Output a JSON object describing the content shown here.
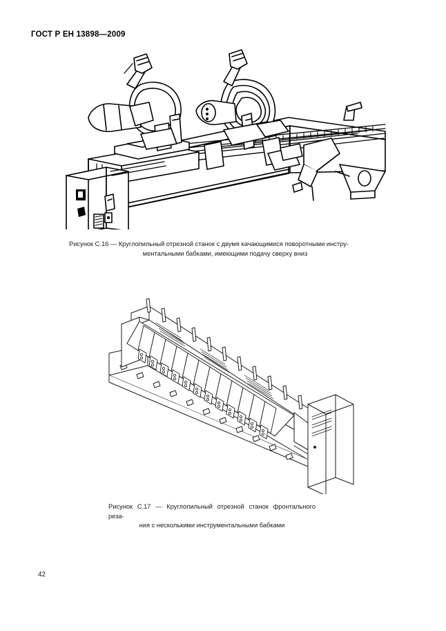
{
  "document": {
    "standard_header": "ГОСТ Р ЕН 13898—2009",
    "page_number": "42"
  },
  "figures": [
    {
      "id": "C.16",
      "caption_line1": "Рисунок С.16 — Круглопильный отрезной станок  с двумя качающимися поворотными инстру-",
      "caption_line2": "ментальными бабками, имеющими подачу сверху вниз",
      "illustration_name": "circular-cut-off-saw-two-swivel-heads-line-drawing"
    },
    {
      "id": "C.17",
      "caption_line1": "Рисунок С.17 — Круглопильный отрезной станок фронтального реза-",
      "caption_line2": "ния с несколькими инструментальными бабками",
      "illustration_name": "front-cutting-circular-saw-multiple-heads-line-drawing"
    }
  ],
  "colors": {
    "ink": "#000000",
    "text": "#1a1a1a",
    "paper": "#ffffff"
  }
}
